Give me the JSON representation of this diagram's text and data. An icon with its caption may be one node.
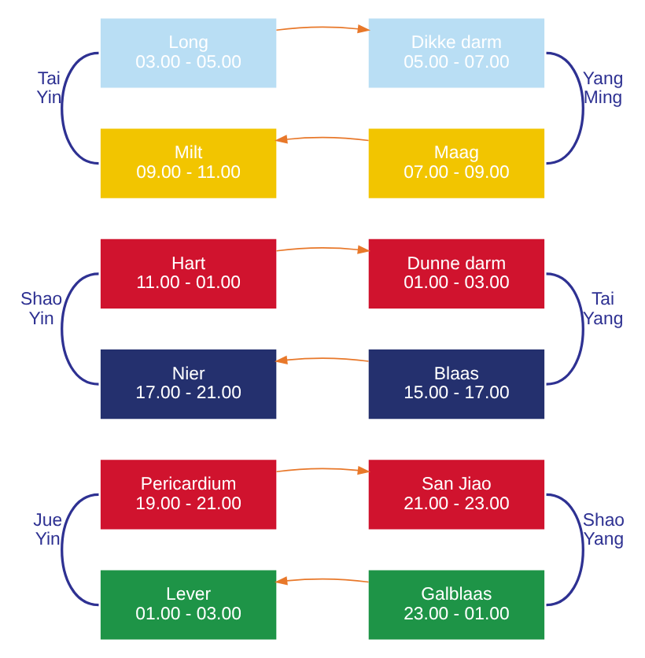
{
  "diagram": {
    "nodes": [
      {
        "text": [
          "Long",
          "03.00 - 05.00"
        ]
      },
      {
        "text": [
          "Dikke darm",
          "05.00 - 07.00"
        ]
      },
      {
        "text": [
          "Milt",
          "09.00 - 11.00"
        ]
      },
      {
        "text": [
          "Maag",
          "07.00 - 09.00"
        ]
      },
      {
        "text": [
          "Hart",
          "11.00 - 01.00"
        ]
      },
      {
        "text": [
          "Dunne darm",
          "01.00 - 03.00"
        ]
      },
      {
        "text": [
          "Nier",
          "17.00 - 21.00"
        ]
      },
      {
        "text": [
          "Blaas",
          "15.00 - 17.00"
        ]
      },
      {
        "text": [
          "Pericardium",
          "19.00 - 21.00"
        ]
      },
      {
        "text": [
          "San Jiao",
          "21.00 - 23.00"
        ]
      },
      {
        "text": [
          "Lever",
          "01.00 - 03.00"
        ]
      },
      {
        "text": [
          "Galblaas",
          "23.00 - 01.00"
        ]
      }
    ],
    "edges": [
      {
        "from": 0,
        "to": 1,
        "arrow": "to",
        "color": "#e8782a"
      },
      {
        "from": 1,
        "to": 3,
        "arrow": "none",
        "label": "Yang Ming",
        "color": "#2e3192"
      },
      {
        "from": 3,
        "to": 2,
        "arrow": "to",
        "color": "#e8782a"
      },
      {
        "from": 0,
        "to": 2,
        "arrow": "none",
        "label": "Tai Yin",
        "color": "#2e3192"
      },
      {
        "from": 4,
        "to": 5,
        "arrow": "to",
        "color": "#e8782a"
      },
      {
        "from": 5,
        "to": 7,
        "arrow": "none",
        "label": "Tai Yang",
        "color": "#2e3192"
      },
      {
        "from": 7,
        "to": 6,
        "arrow": "to",
        "color": "#e8782a"
      },
      {
        "from": 4,
        "to": 6,
        "arrow": "none",
        "label": "Shao Yin",
        "color": "#2e3192"
      },
      {
        "from": 8,
        "to": 9,
        "arrow": "to",
        "color": "#e8782a"
      },
      {
        "from": 9,
        "to": 11,
        "arrow": "none",
        "label": "Shao Yang",
        "color": "#2e3192"
      },
      {
        "from": 11,
        "to": 10,
        "arrow": "to",
        "color": "#e8782a"
      },
      {
        "from": 8,
        "to": 10,
        "arrow": "none",
        "label": "Jue Yin",
        "color": "#2e3192"
      }
    ]
  }
}
